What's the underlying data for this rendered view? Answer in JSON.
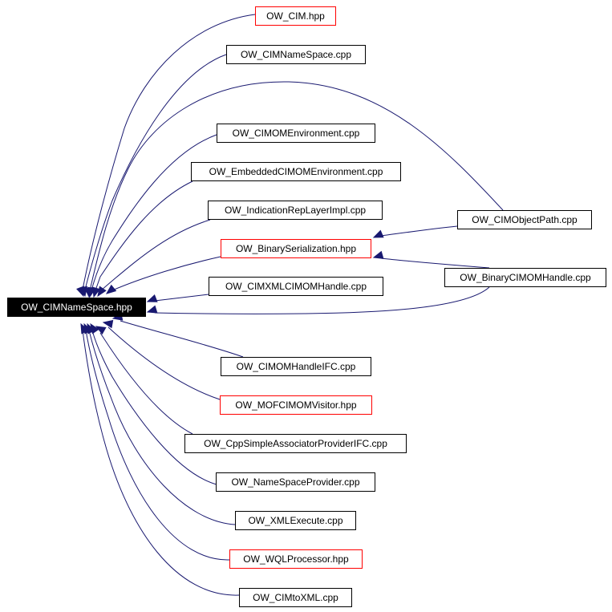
{
  "colors": {
    "edge": "#191970",
    "box_border": "#000000",
    "undocumented_border": "#ff0000",
    "root_fill": "#000000",
    "root_text": "#ffffff"
  },
  "diagram": {
    "root": {
      "id": "root",
      "label": "OW_CIMNameSpace.hpp"
    },
    "nodes": [
      {
        "id": "cim_hpp",
        "label": "OW_CIM.hpp",
        "documented": false
      },
      {
        "id": "cimnamespace_cpp",
        "label": "OW_CIMNameSpace.cpp",
        "documented": true
      },
      {
        "id": "cimomenvironment_cpp",
        "label": "OW_CIMOMEnvironment.cpp",
        "documented": true
      },
      {
        "id": "embeddedcimomenvironment_cpp",
        "label": "OW_EmbeddedCIMOMEnvironment.cpp",
        "documented": true
      },
      {
        "id": "indicationreplayerimpl_cpp",
        "label": "OW_IndicationRepLayerImpl.cpp",
        "documented": true
      },
      {
        "id": "binaryserialization_hpp",
        "label": "OW_BinarySerialization.hpp",
        "documented": false
      },
      {
        "id": "cimxmlcimomhandle_cpp",
        "label": "OW_CIMXMLCIMOMHandle.cpp",
        "documented": true
      },
      {
        "id": "cimomhandleifc_cpp",
        "label": "OW_CIMOMHandleIFC.cpp",
        "documented": true
      },
      {
        "id": "mofcimomvisitor_hpp",
        "label": "OW_MOFCIMOMVisitor.hpp",
        "documented": false
      },
      {
        "id": "cppsimpleassociatorproviderifc_cpp",
        "label": "OW_CppSimpleAssociatorProviderIFC.cpp",
        "documented": true
      },
      {
        "id": "namespaceprovider_cpp",
        "label": "OW_NameSpaceProvider.cpp",
        "documented": true
      },
      {
        "id": "xmlexecute_cpp",
        "label": "OW_XMLExecute.cpp",
        "documented": true
      },
      {
        "id": "wqlprocessor_hpp",
        "label": "OW_WQLProcessor.hpp",
        "documented": false
      },
      {
        "id": "cimtoxml_cpp",
        "label": "OW_CIMtoXML.cpp",
        "documented": true
      },
      {
        "id": "cimobjectpath_cpp",
        "label": "OW_CIMObjectPath.cpp",
        "documented": true
      },
      {
        "id": "binarycimomhandle_cpp",
        "label": "OW_BinaryCIMOMHandle.cpp",
        "documented": true
      }
    ],
    "edges": [
      {
        "from": "cim_hpp",
        "to": "root"
      },
      {
        "from": "cimnamespace_cpp",
        "to": "root"
      },
      {
        "from": "cimobjectpath_cpp",
        "to": "root"
      },
      {
        "from": "cimomenvironment_cpp",
        "to": "root"
      },
      {
        "from": "embeddedcimomenvironment_cpp",
        "to": "root"
      },
      {
        "from": "indicationreplayerimpl_cpp",
        "to": "root"
      },
      {
        "from": "binaryserialization_hpp",
        "to": "root"
      },
      {
        "from": "cimobjectpath_cpp",
        "to": "binaryserialization_hpp"
      },
      {
        "from": "binarycimomhandle_cpp",
        "to": "binaryserialization_hpp"
      },
      {
        "from": "cimxmlcimomhandle_cpp",
        "to": "root"
      },
      {
        "from": "binarycimomhandle_cpp",
        "to": "root"
      },
      {
        "from": "cimomhandleifc_cpp",
        "to": "root"
      },
      {
        "from": "mofcimomvisitor_hpp",
        "to": "root"
      },
      {
        "from": "cppsimpleassociatorproviderifc_cpp",
        "to": "root"
      },
      {
        "from": "namespaceprovider_cpp",
        "to": "root"
      },
      {
        "from": "xmlexecute_cpp",
        "to": "root"
      },
      {
        "from": "wqlprocessor_hpp",
        "to": "root"
      },
      {
        "from": "cimtoxml_cpp",
        "to": "root"
      }
    ]
  }
}
